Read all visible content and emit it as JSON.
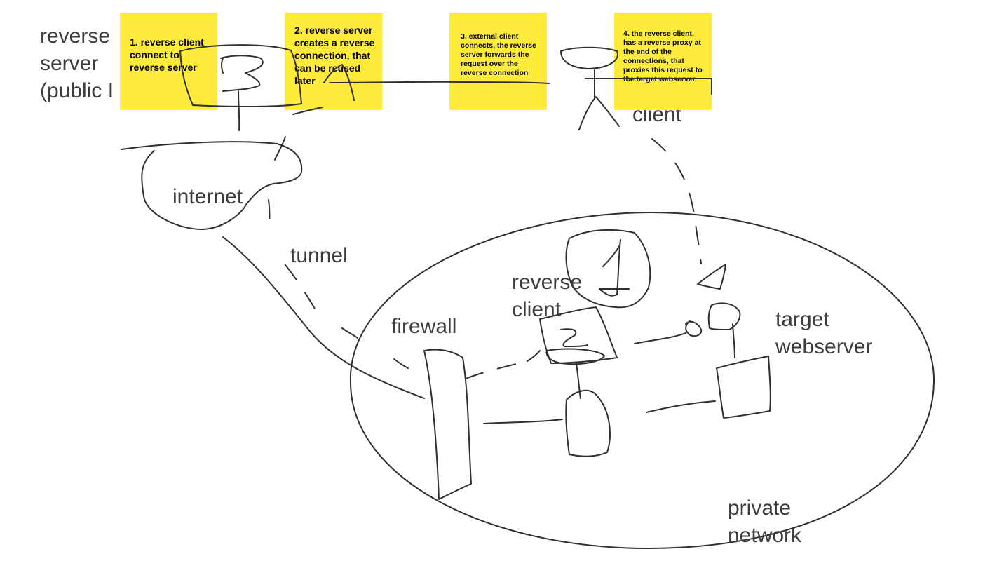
{
  "colors": {
    "sticky_note": "#ffeb3b",
    "ink": "#2f2f2f",
    "label_text": "#3d3d3d",
    "background": "#ffffff"
  },
  "labels": {
    "reverse_server": "reverse\nserver\n(public I",
    "internet": "internet",
    "tunnel": "tunnel",
    "firewall": "firewall",
    "reverse_client": "reverse\nclient",
    "target_webserver": "target\nwebserver",
    "private_network": "private\nnetwork",
    "client": "client"
  },
  "notes": [
    {
      "text": "1. reverse client connect to reverse server"
    },
    {
      "text": "2. reverse server creates a reverse connection, that can be reused later"
    },
    {
      "text": "3. external client connects, the reverse server forwards the request over the reverse connection"
    },
    {
      "text": "4. the reverse client, has a reverse proxy at the end of the connections, that proxies this request to the target webserver"
    }
  ]
}
